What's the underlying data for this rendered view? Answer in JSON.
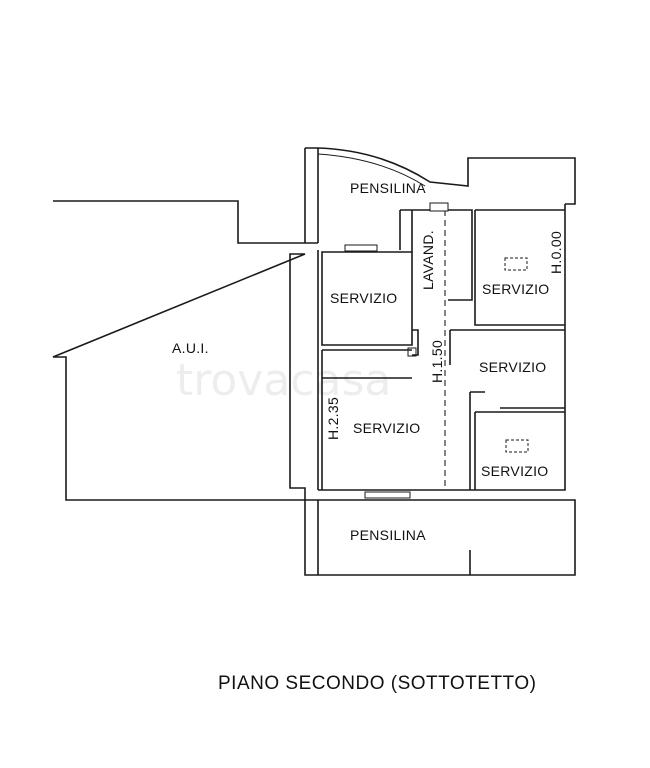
{
  "plan": {
    "title": "PIANO SECONDO (SOTTOTETTO)",
    "rooms": {
      "aui": "A.U.I.",
      "pensilina_top": "PENSILINA",
      "pensilina_bottom": "PENSILINA",
      "lavanderia": "LAVAND.",
      "servizio_1": "SERVIZIO",
      "servizio_2": "SERVIZIO",
      "servizio_3": "SERVIZIO",
      "servizio_4": "SERVIZIO",
      "servizio_5": "SERVIZIO"
    },
    "heights": {
      "h_000": "H.0.00",
      "h_150": "H.1.50",
      "h_235": "H.2.35"
    },
    "watermark": "trovacasa"
  }
}
